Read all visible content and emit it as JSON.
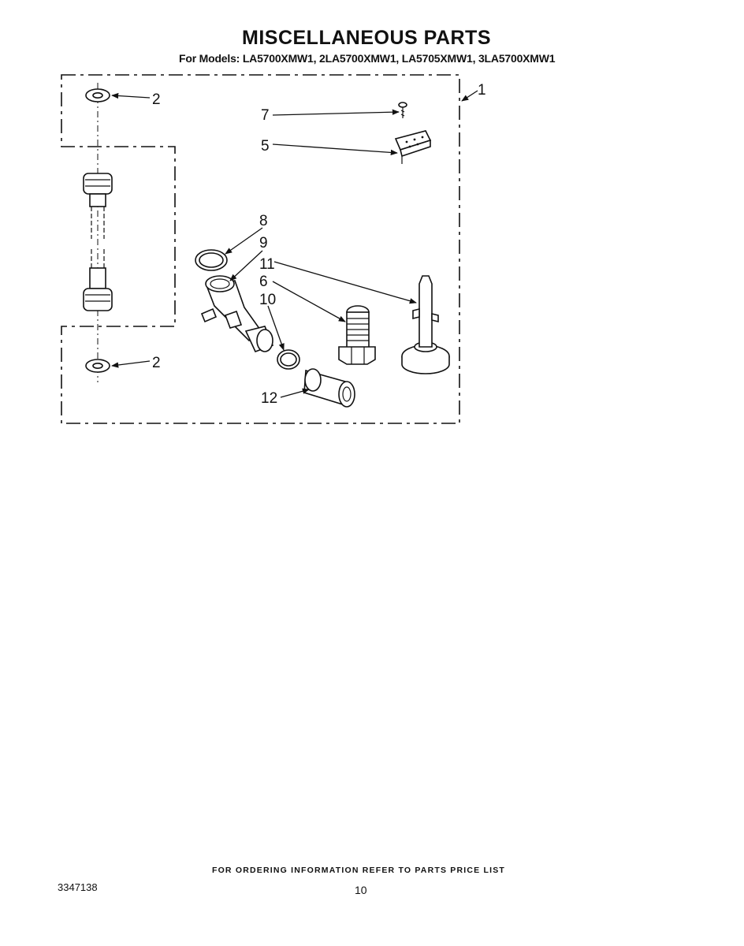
{
  "title": "MISCELLANEOUS PARTS",
  "subtitle": "For Models: LA5700XMW1, 2LA5700XMW1, LA5705XMW1, 3LA5700XMW1",
  "callouts": {
    "c1": "1",
    "c2a": "2",
    "c2b": "2",
    "c5": "5",
    "c6": "6",
    "c7": "7",
    "c8": "8",
    "c9": "9",
    "c10": "10",
    "c11": "11",
    "c12": "12"
  },
  "footer": {
    "ordering_note": "FOR ORDERING INFORMATION REFER TO PARTS PRICE LIST",
    "doc_number": "3347138",
    "page_number": "10"
  }
}
